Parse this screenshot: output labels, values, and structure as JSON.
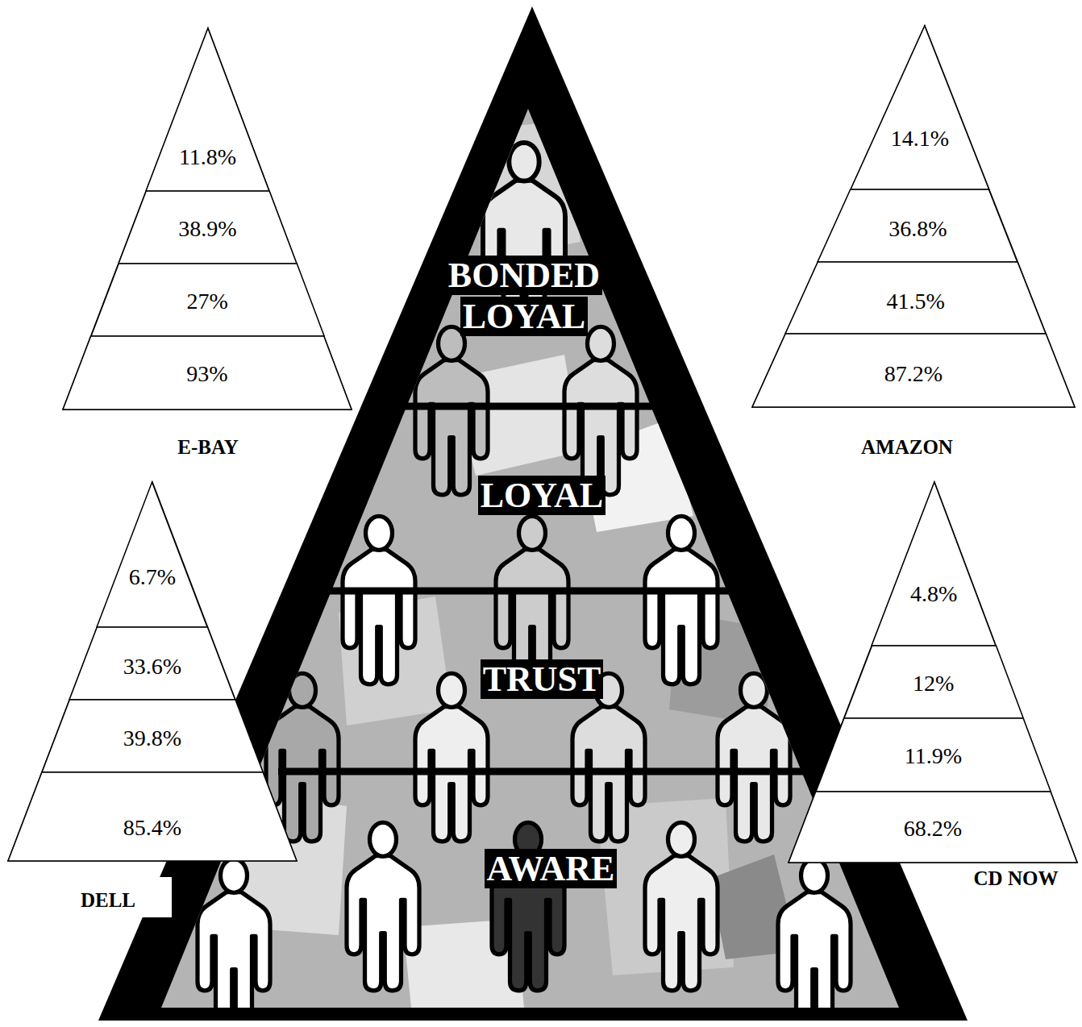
{
  "diagram": {
    "nodes": [
      {
        "text": [
          "E-BAY"
        ]
      },
      {
        "text": [
          "11.8%"
        ],
        "in": 0
      },
      {
        "text": [
          "38.9%"
        ],
        "in": 0
      },
      {
        "text": [
          "27%"
        ],
        "in": 0
      },
      {
        "text": [
          "93%"
        ],
        "in": 0
      },
      {
        "text": [
          "AMAZON"
        ]
      },
      {
        "text": [
          "14.1%"
        ],
        "in": 5
      },
      {
        "text": [
          "36.8%"
        ],
        "in": 5
      },
      {
        "text": [
          "41.5%"
        ],
        "in": 5
      },
      {
        "text": [
          "87.2%"
        ],
        "in": 5
      },
      {
        "text": [
          "BONDED LOYAL"
        ]
      },
      {
        "text": [
          "LOYAL"
        ]
      },
      {
        "text": [
          "TRUST"
        ]
      },
      {
        "text": [
          "AWARE"
        ]
      },
      {
        "text": [
          "DELL"
        ]
      },
      {
        "text": [
          "6.7%"
        ],
        "in": 14
      },
      {
        "text": [
          "33.6%"
        ],
        "in": 14
      },
      {
        "text": [
          "39.8%"
        ],
        "in": 14
      },
      {
        "text": [
          "85.4%"
        ],
        "in": 14
      },
      {
        "text": [
          "CD NOW"
        ]
      },
      {
        "text": [
          "4.8%"
        ],
        "in": 19
      },
      {
        "text": [
          "12%"
        ],
        "in": 19
      },
      {
        "text": [
          "11.9%"
        ],
        "in": 19
      },
      {
        "text": [
          "68.2%"
        ],
        "in": 19
      }
    ]
  }
}
